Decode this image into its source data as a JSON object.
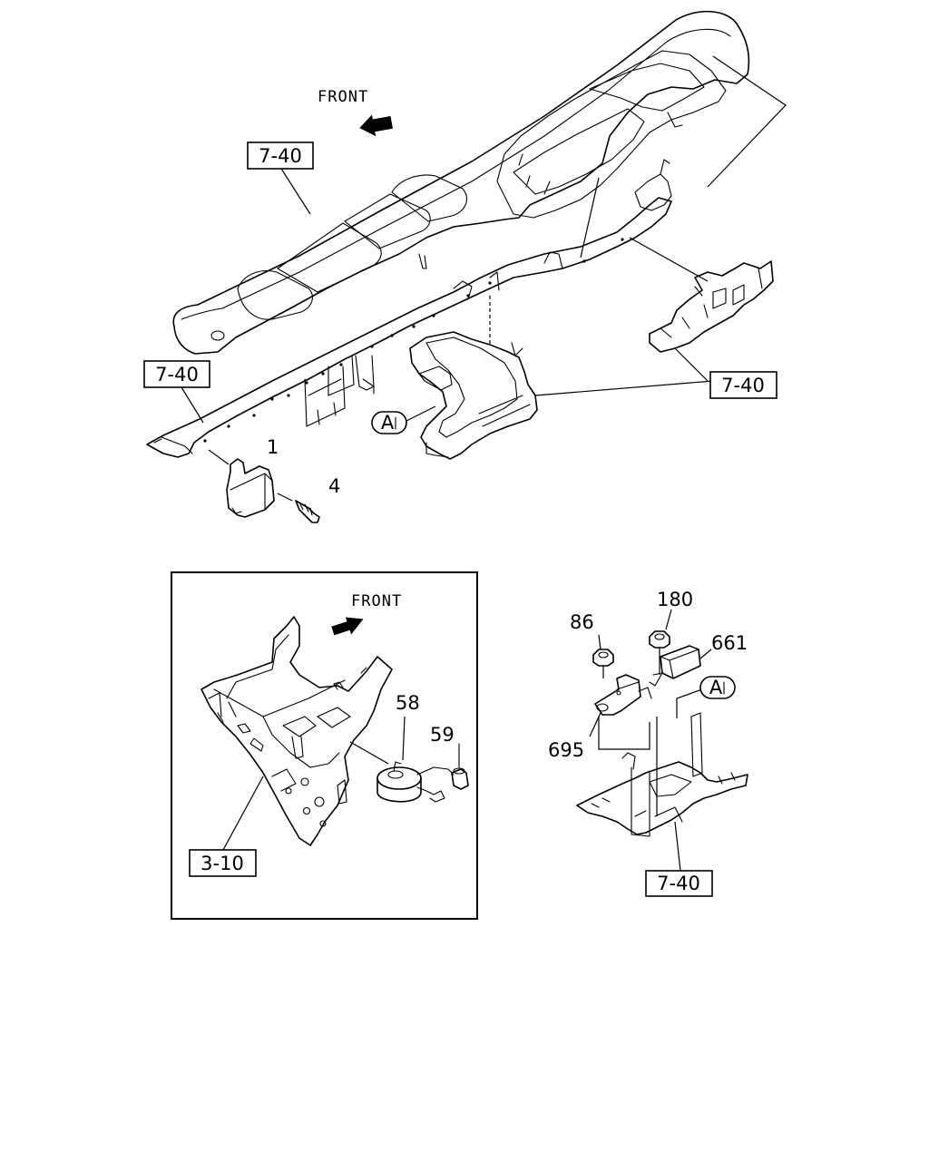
{
  "colors": {
    "ink": "#000000",
    "paper": "#ffffff"
  },
  "labels": {
    "front_top": "FRONT",
    "front_inset": "FRONT",
    "ref_740_a": "7-40",
    "ref_740_b": "7-40",
    "ref_740_c": "7-40",
    "ref_740_d": "7-40",
    "ref_310": "3-10",
    "view_a_callout": "A",
    "view_a_detail": "A",
    "part_1": "1",
    "part_4": "4",
    "part_58": "58",
    "part_59": "59",
    "part_86": "86",
    "part_180": "180",
    "part_661": "661",
    "part_695": "695"
  },
  "icons": [
    "front-arrow-icon",
    "front-arrow-icon"
  ]
}
